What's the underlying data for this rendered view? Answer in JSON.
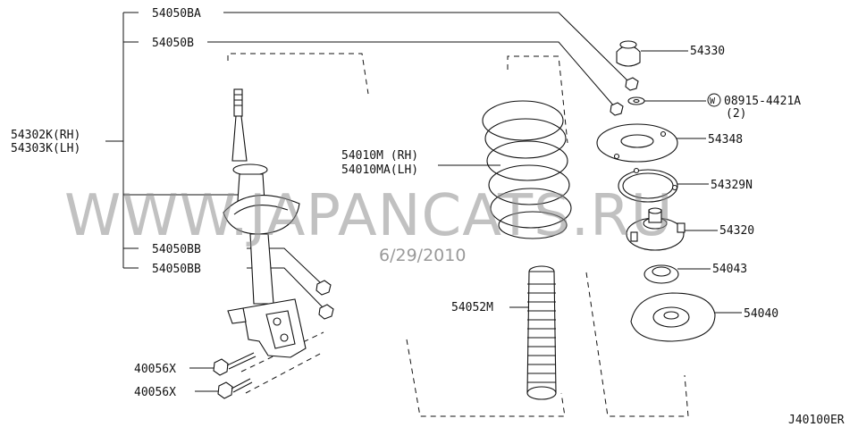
{
  "watermark": "WWW.JAPANCATS.RU",
  "date_stamp": "6/29/2010",
  "diagram_code": "J40100ER",
  "labels": {
    "p54050BA": "54050BA",
    "p54050B": "54050B",
    "p54302K": "54302K(RH)",
    "p54303K": "54303K(LH)",
    "p54050BB_1": "54050BB",
    "p54050BB_2": "54050BB",
    "p40056X_1": "40056X",
    "p40056X_2": "40056X",
    "p54010M": "54010M (RH)",
    "p54010MA": "54010MA(LH)",
    "p54052M": "54052M",
    "p54330": "54330",
    "p08915": "08915-4421A",
    "p08915_qty": "(2)",
    "p54348": "54348",
    "p54329N": "54329N",
    "p54320": "54320",
    "p54043": "54043",
    "p54040": "54040"
  },
  "icons": {
    "washer_symbol": "W"
  }
}
